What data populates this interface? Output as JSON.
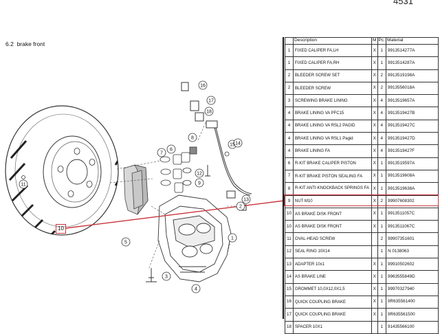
{
  "header": {
    "code": "4531"
  },
  "section": {
    "number": "6.2",
    "title": "brake front"
  },
  "table": {
    "headers": {
      "no": "",
      "description": "Description",
      "m": "M",
      "pc": "Pc.",
      "material": "Material"
    },
    "rows": [
      {
        "no": "1",
        "description": "FIXED CALIPER FA,LH",
        "m": "X",
        "pc": "1",
        "material": "9913514277A"
      },
      {
        "no": "1",
        "description": "FIXED CALIPER FA,RH",
        "m": "X",
        "pc": "1",
        "material": "9913514287A"
      },
      {
        "no": "2",
        "description": "BLEEDER SCREW SET",
        "m": "X",
        "pc": "2",
        "material": "9913519198A"
      },
      {
        "no": "2",
        "description": "BLEEDER SCREW",
        "m": "X",
        "pc": "2",
        "material": "9913556018A"
      },
      {
        "no": "3",
        "description": "SCREWING BRAKE LINING",
        "m": "X",
        "pc": "4",
        "material": "9913519657A"
      },
      {
        "no": "4",
        "description": "BRAKE LINING VA PFC15",
        "m": "X",
        "pc": "4",
        "material": "9913519427B"
      },
      {
        "no": "4",
        "description": "BRAKE LINING VA RSL2 PAGID",
        "m": "X",
        "pc": "4",
        "material": "9913519427C"
      },
      {
        "no": "4",
        "description": "BRAKE LINING VA RSL1 Pagid",
        "m": "X",
        "pc": "4",
        "material": "9913519427D"
      },
      {
        "no": "4",
        "description": "BRAKE LINING FA",
        "m": "X",
        "pc": "4",
        "material": "9913519427F"
      },
      {
        "no": "6",
        "description": "R-KIT BRAKE CALIPER PISTON",
        "m": "X",
        "pc": "1",
        "material": "9913519597A"
      },
      {
        "no": "7",
        "description": "R-KIT BRAKE PISTON SEALING FA",
        "m": "X",
        "pc": "1",
        "material": "9913519608A"
      },
      {
        "no": "8",
        "description": "R-KIT ANTI-KNOCKBACK SPRINGS FA",
        "m": "X",
        "pc": "1",
        "material": "9913519638A"
      },
      {
        "no": "9",
        "description": "NUT M10",
        "m": "X",
        "pc": "2",
        "material": "99907608302"
      },
      {
        "no": "10",
        "description": "AS BRAKE DISK FRONT",
        "m": "X",
        "pc": "1",
        "material": "9913511057C"
      },
      {
        "no": "10",
        "description": "AS BRAKE DISK FRONT",
        "m": "X",
        "pc": "1",
        "material": "9913511067C"
      },
      {
        "no": "11",
        "description": "OVAL-HEAD SCREW",
        "m": "",
        "pc": "2",
        "material": "99907351601"
      },
      {
        "no": "12",
        "description": "SEAL RING 10X14",
        "m": "",
        "pc": "1",
        "material": "N 0138063"
      },
      {
        "no": "13",
        "description": "ADAPTER 10x1",
        "m": "X",
        "pc": "1",
        "material": "99910502602"
      },
      {
        "no": "14",
        "description": "AS BRAKE LINE",
        "m": "X",
        "pc": "1",
        "material": "9963555849D"
      },
      {
        "no": "15",
        "description": "GROMMET 10,0X12,0X1,5",
        "m": "X",
        "pc": "1",
        "material": "99970327940"
      },
      {
        "no": "16",
        "description": "QUICK COUPLING BRAKE",
        "m": "X",
        "pc": "1",
        "material": "9R635561400"
      },
      {
        "no": "17",
        "description": "QUICK COUPLING BRAKE",
        "m": "X",
        "pc": "1",
        "material": "9R635561500"
      },
      {
        "no": "18",
        "description": "SPACER 10X1",
        "m": "",
        "pc": "1",
        "material": "91435566100"
      }
    ]
  },
  "callouts": {
    "c1": "1",
    "c2": "2",
    "c3": "3",
    "c4": "4",
    "c5": "5",
    "c6": "6",
    "c7": "7",
    "c8": "8",
    "c9": "9",
    "c10": "10",
    "c11": "11",
    "c12": "12",
    "c13": "13",
    "c14": "14",
    "c15": "15",
    "c16": "16",
    "c17": "17",
    "c18": "18"
  },
  "highlight_color": "#c8323a"
}
